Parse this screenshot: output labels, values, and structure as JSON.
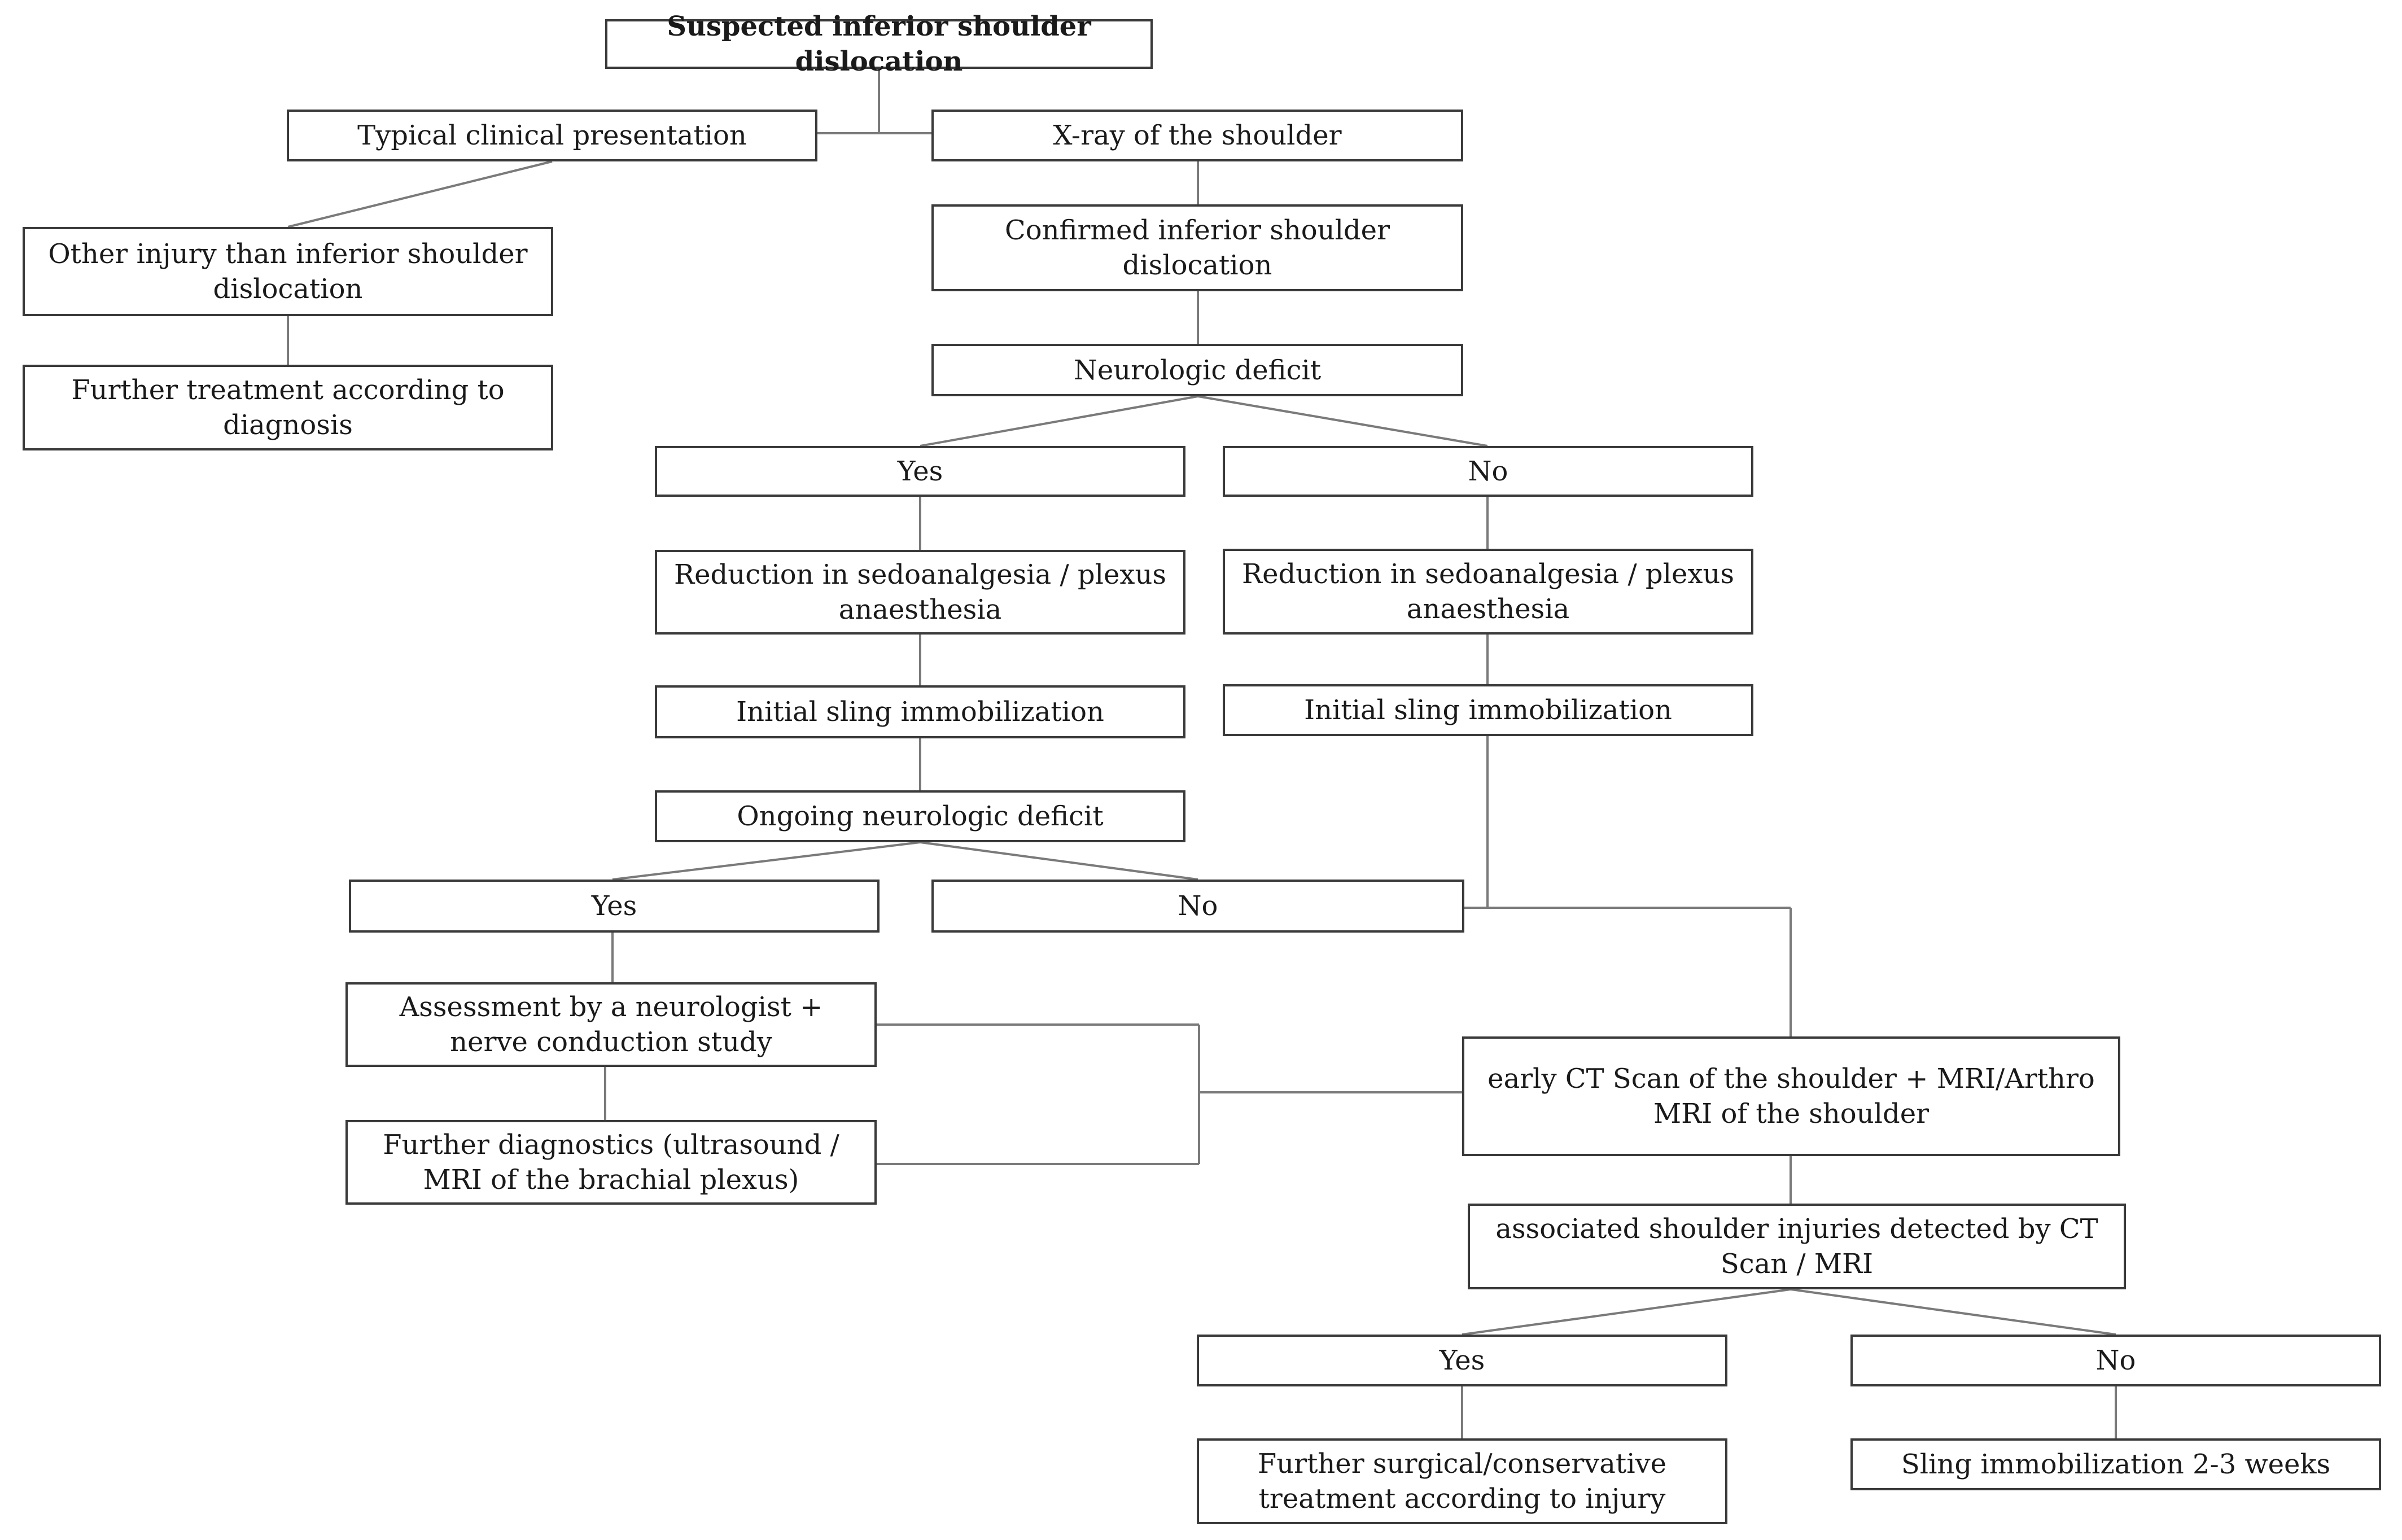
{
  "nodes": {
    "root": "Suspected inferior shoulder dislocation",
    "clinical": "Typical clinical presentation",
    "xray": "X-ray of the shoulder",
    "other_injury": "Other injury than inferior shoulder dislocation",
    "further_treatment": "Further treatment according to diagnosis",
    "confirmed": "Confirmed inferior shoulder dislocation",
    "neuro_deficit": "Neurologic deficit",
    "yes_1": "Yes",
    "no_1": "No",
    "reduction_yes": "Reduction in sedoanalgesia / plexus anaesthesia",
    "reduction_no": "Reduction in sedoanalgesia / plexus anaesthesia",
    "sling_yes": "Initial sling immobilization",
    "sling_no": "Initial sling immobilization",
    "ongoing_deficit": "Ongoing neurologic deficit",
    "yes_2": "Yes",
    "no_2": "No",
    "neurologist": "Assessment by a neurologist + nerve conduction study",
    "further_diagnostics": "Further diagnostics (ultrasound / MRI of the brachial plexus)",
    "ct_mri": "early CT Scan of the shoulder + MRI/Arthro MRI of the shoulder",
    "associated_injuries": "associated shoulder injuries detected by CT Scan / MRI",
    "yes_3": "Yes",
    "no_3": "No",
    "surgical": "Further surgical/conservative treatment according to injury",
    "sling_weeks": "Sling immobilization 2-3 weeks"
  },
  "colors": {
    "box_border": "#3a3a3a",
    "connector": "#7a7a7a",
    "text": "#1a1a1a"
  }
}
